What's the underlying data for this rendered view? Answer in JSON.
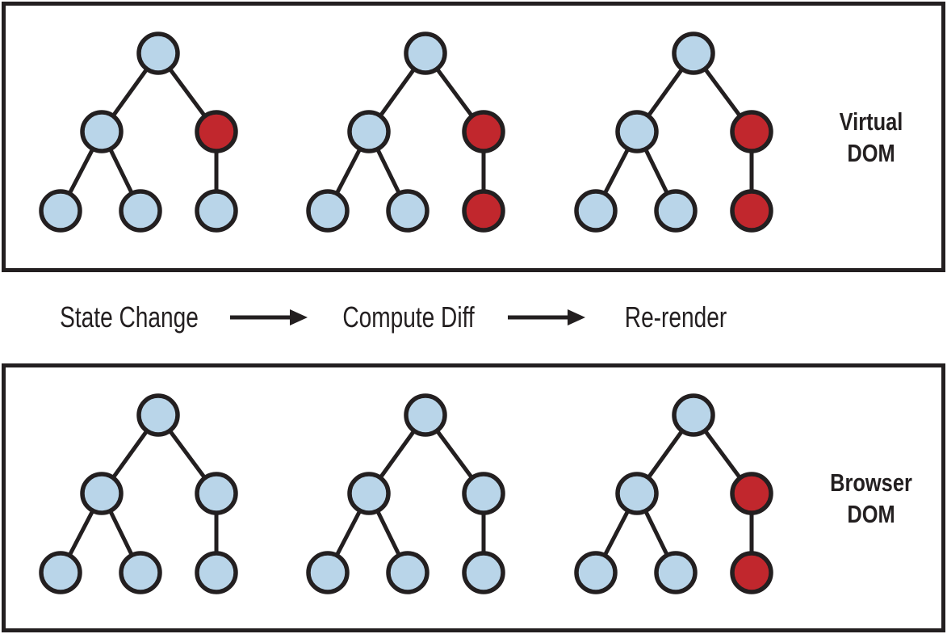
{
  "diagram": {
    "colors": {
      "node_blue": "#B9D5E9",
      "node_red": "#C1272D",
      "outline": "#231F20"
    },
    "virtual_dom": {
      "label_line1": "Virtual",
      "label_line2": "DOM",
      "node_order": [
        "root",
        "left-child",
        "right-child",
        "left-left-leaf",
        "left-right-leaf",
        "right-leaf"
      ],
      "trees": [
        {
          "node_colors": [
            "blue",
            "blue",
            "red",
            "blue",
            "blue",
            "blue"
          ]
        },
        {
          "node_colors": [
            "blue",
            "blue",
            "red",
            "blue",
            "blue",
            "red"
          ]
        },
        {
          "node_colors": [
            "blue",
            "blue",
            "red",
            "blue",
            "blue",
            "red"
          ]
        }
      ]
    },
    "flow": {
      "step1": "State Change",
      "step2": "Compute Diff",
      "step3": "Re-render"
    },
    "browser_dom": {
      "label_line1": "Browser",
      "label_line2": "DOM",
      "node_order": [
        "root",
        "left-child",
        "right-child",
        "left-left-leaf",
        "left-right-leaf",
        "right-leaf"
      ],
      "trees": [
        {
          "node_colors": [
            "blue",
            "blue",
            "blue",
            "blue",
            "blue",
            "blue"
          ]
        },
        {
          "node_colors": [
            "blue",
            "blue",
            "blue",
            "blue",
            "blue",
            "blue"
          ]
        },
        {
          "node_colors": [
            "blue",
            "blue",
            "red",
            "blue",
            "blue",
            "red"
          ]
        }
      ]
    }
  }
}
